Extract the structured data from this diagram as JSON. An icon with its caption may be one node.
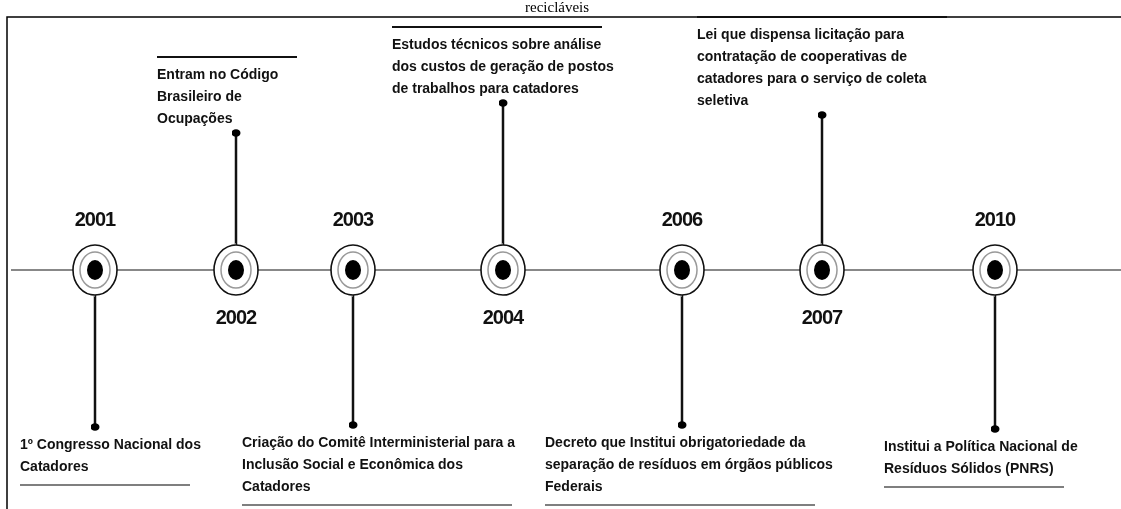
{
  "diagram": {
    "nodes": [
      {
        "text": [],
        "shape": "circle",
        "beside": [
          "2001"
        ]
      },
      {
        "text": [],
        "shape": "circle",
        "beside": [
          "2002"
        ]
      },
      {
        "text": [],
        "shape": "circle",
        "beside": [
          "2003"
        ]
      },
      {
        "text": [],
        "shape": "circle",
        "beside": [
          "2004"
        ]
      },
      {
        "text": [],
        "shape": "circle",
        "beside": [
          "2006"
        ]
      },
      {
        "text": [],
        "shape": "circle",
        "beside": [
          "2007"
        ]
      },
      {
        "text": [],
        "shape": "circle",
        "beside": [
          "2010"
        ]
      },
      {
        "text": [
          "1º Congresso Nacional dos Catadores"
        ]
      },
      {
        "text": [
          "Entram no Código Brasileiro de Ocupações"
        ]
      },
      {
        "text": [
          "Criação do Comitê Interministerial para a Inclusão Social e Econômica dos Catadores"
        ]
      },
      {
        "text": [
          "Estudos técnicos sobre análise dos custos de geração de postos de trabalhos para catadores"
        ]
      },
      {
        "text": [
          "Decreto que Institui obrigatoriedade da separação de resíduos em órgãos públicos Federais"
        ]
      },
      {
        "text": [
          "Lei que dispensa licitação para contratação de cooperativas de catadores para o serviço de coleta seletiva"
        ]
      },
      {
        "text": [
          "Institui a Política Nacional de Resíduos Sólidos (PNRS)"
        ]
      }
    ],
    "edges": [
      {
        "from": 7,
        "to": 0,
        "arrow": "other"
      },
      {
        "from": 8,
        "to": 1,
        "arrow": "other"
      },
      {
        "from": 9,
        "to": 2,
        "arrow": "other"
      },
      {
        "from": 10,
        "to": 3,
        "arrow": "other"
      },
      {
        "from": 11,
        "to": 4,
        "arrow": "other"
      },
      {
        "from": 12,
        "to": 5,
        "arrow": "other"
      },
      {
        "from": 13,
        "to": 6,
        "arrow": "other"
      }
    ],
    "labels": [
      "recicláveis"
    ]
  }
}
